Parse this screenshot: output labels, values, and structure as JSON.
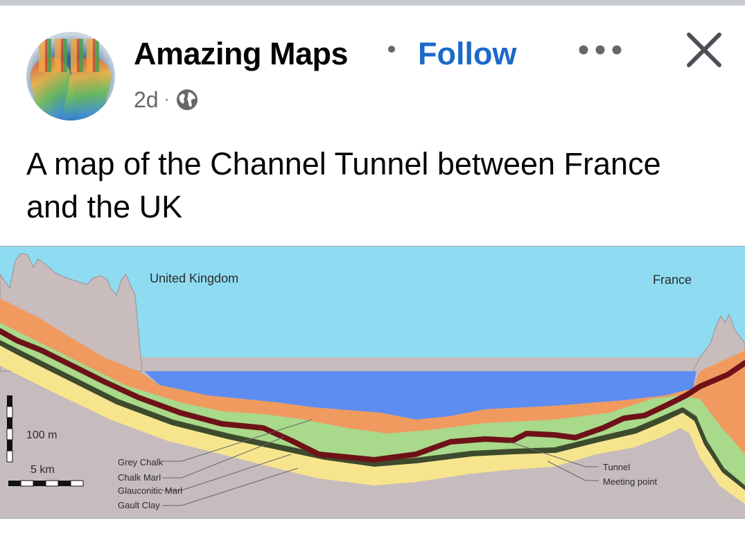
{
  "post": {
    "page_name": "Amazing Maps",
    "follow_label": "Follow",
    "timestamp": "2d",
    "separator": "·",
    "text": "A map of the Channel Tunnel between France and the UK"
  },
  "icons": {
    "avatar": "avatar-image",
    "more": "more-options-icon",
    "close": "close-icon",
    "audience": "globe-icon"
  },
  "map": {
    "country_left": "United Kingdom",
    "country_right": "France",
    "scale_vertical": "100 m",
    "scale_horizontal": "5 km",
    "legend_layers": [
      "Grey Chalk",
      "Chalk Marl",
      "Glauconitic Marl",
      "Gault Clay"
    ],
    "legend_features": [
      "Tunnel",
      "Meeting point"
    ]
  },
  "colors": {
    "follow": "#1b6ac9",
    "sky": "#8fdcf2",
    "sea": "#5d8df0",
    "grey_chalk": "#f09a60",
    "chalk_marl": "#a9d98a",
    "glauconitic_marl": "#3d4a2c",
    "gault_clay": "#f7e58e",
    "bedrock": "#c7bcbd",
    "tunnel": "#6e1218"
  }
}
